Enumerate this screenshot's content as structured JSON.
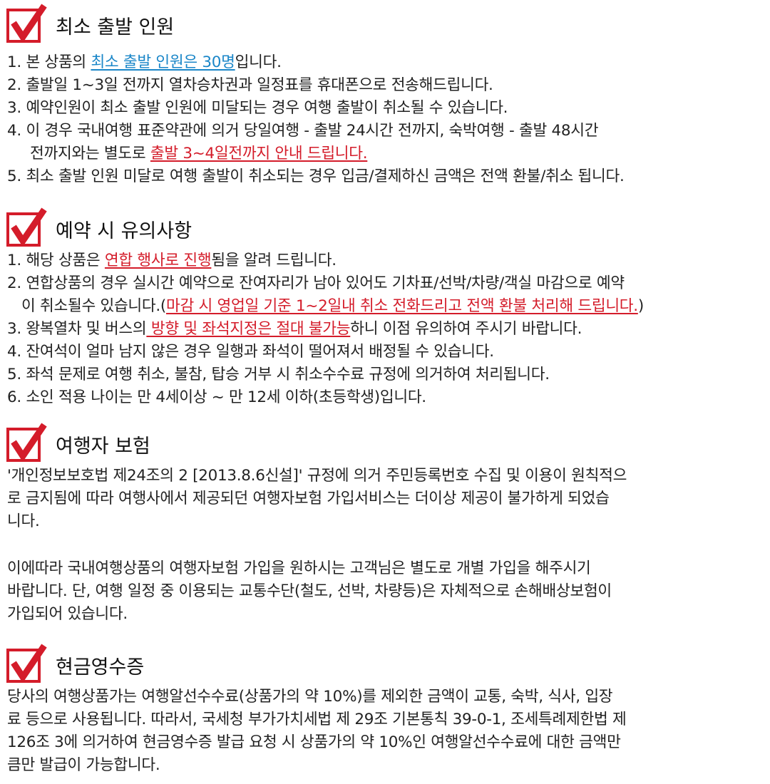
{
  "colors": {
    "check_red": "#d41c2a",
    "highlight_blue": "#1a86c8",
    "highlight_red": "#d41c2a"
  },
  "icon": "checkbox-checked-icon",
  "s1": {
    "title": "최소 출발 인원",
    "i1_a": "1. 본 상품의 ",
    "i1_hl": "최소 출발 인원은 30명",
    "i1_b": "입니다.",
    "i2": "2. 출발일 1~3일 전까지 열차승차권과 일정표를 휴대폰으로 전송해드립니다.",
    "i3": "3. 예약인원이 최소 출발 인원에 미달되는 경우 여행 출발이 취소될 수 있습니다.",
    "i4_l1": "4. 이 경우 국내여행 표준약관에 의거 당일여행 - 출발 24시간 전까지, 숙박여행 - 출발 48시간",
    "i4_l2a": "전까지와는 별도로 ",
    "i4_hl": "출발 3~4일전까지 안내 드립니다.",
    "i5": "5. 최소 출발 인원 미달로 여행 출발이 취소되는 경우 입금/결제하신 금액은 전액 환불/취소 됩니다."
  },
  "s2": {
    "title": "예약 시 유의사항",
    "i1_a": "1. 해당 상품은 ",
    "i1_hl": "연합 행사로 진행",
    "i1_b": "됨을 알려 드립니다.",
    "i2_l1": "2. 연합상품의 경우 실시간 예약으로 잔여자리가 남아 있어도 기차표/선박/차량/객실 마감으로 예약",
    "i2_l2a": "이 취소될수 있습니다.(",
    "i2_hl": "마감 시 영업일 기준 1~2일내 취소 전화드리고 전액 환불 처리해 드립니다.",
    "i2_l2b": ")",
    "i3_a": "3. 왕복열차 및 버스의",
    "i3_hl": " 방향 및 좌석지정은 절대 불가능",
    "i3_b": "하니 이점 유의하여 주시기 바랍니다.",
    "i4": "4. 잔여석이 얼마 남지 않은 경우 일행과 좌석이 떨어져서 배정될 수 있습니다.",
    "i5": "5. 좌석 문제로 여행 취소, 불참, 탑승 거부 시 취소수수료 규정에 의거하여 처리됩니다.",
    "i6": "6. 소인 적용 나이는 만 4세이상 ~ 만 12세 이하(초등학생)입니다."
  },
  "s3": {
    "title": "여행자 보험",
    "p1_l1": "'개인정보보호법 제24조의 2 [2013.8.6신설]' 규정에 의거 주민등록번호 수집 및 이용이 원칙적으",
    "p1_l2": "로 금지됨에 따라 여행사에서 제공되던 여행자보험 가입서비스는 더이상 제공이 불가하게 되었습",
    "p1_l3": "니다.",
    "p2_l1": "이에따라 국내여행상품의 여행자보험 가입을 원하시는 고객님은 별도로 개별 가입을 해주시기",
    "p2_l2": "바랍니다. 단, 여행 일정 중 이용되는 교통수단(철도, 선박, 차량등)은 자체적으로 손해배상보험이",
    "p2_l3": "가입되어 있습니다."
  },
  "s4": {
    "title": "현금영수증",
    "p_l1": "당사의 여행상품가는 여행알선수수료(상품가의 약 10%)를 제외한 금액이 교통, 숙박, 식사, 입장",
    "p_l2": "료 등으로 사용됩니다. 따라서, 국세청 부가가치세법 제 29조 기본통칙 39-0-1, 조세특례제한법 제",
    "p_l3": "126조 3에 의거하여 현금영수증 발급 요청 시 상품가의 약 10%인 여행알선수수료에 대한 금액만",
    "p_l4": "큼만 발급이 가능합니다."
  }
}
